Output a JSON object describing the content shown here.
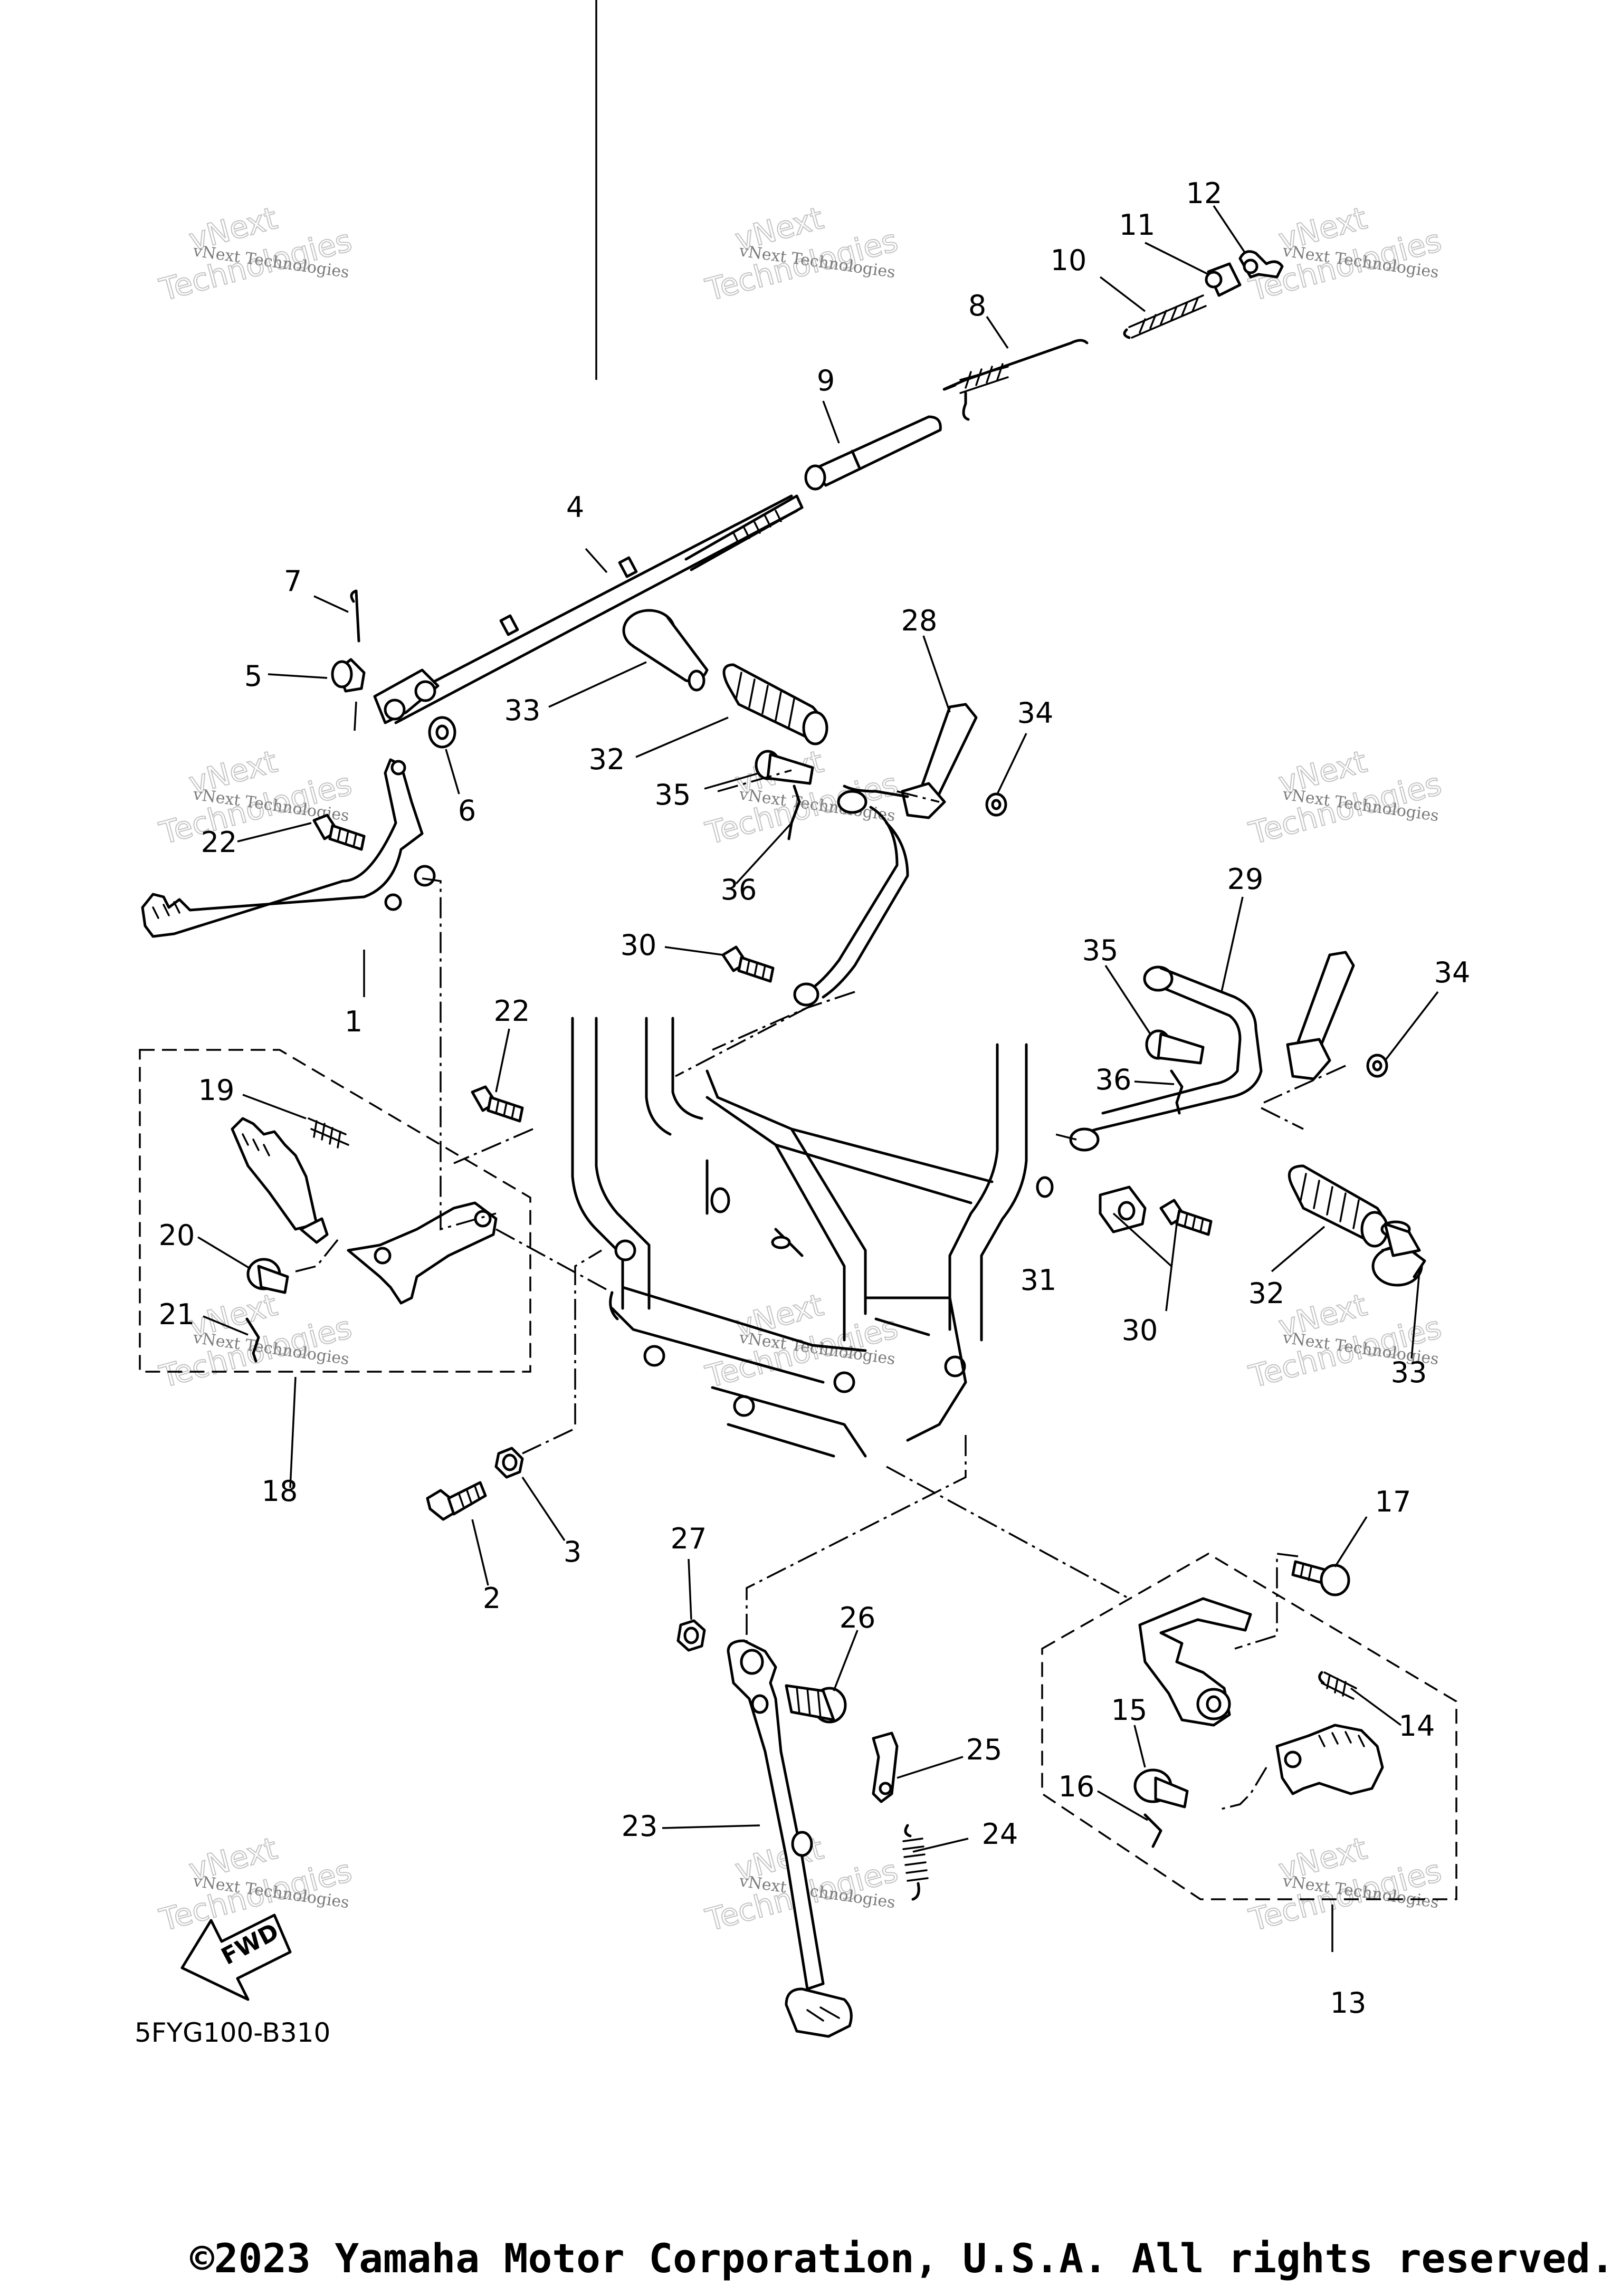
{
  "part_labels": {
    "p1": "1",
    "p2": "2",
    "p3": "3",
    "p4": "4",
    "p5": "5",
    "p6": "6",
    "p7": "7",
    "p8": "8",
    "p9": "9",
    "p10": "10",
    "p11": "11",
    "p12": "12",
    "p13": "13",
    "p14": "14",
    "p15": "15",
    "p16": "16",
    "p17": "17",
    "p18": "18",
    "p19": "19",
    "p20": "20",
    "p21": "21",
    "p22a": "22",
    "p22b": "22",
    "p23": "23",
    "p24": "24",
    "p25": "25",
    "p26": "26",
    "p27": "27",
    "p28": "28",
    "p29": "29",
    "p30a": "30",
    "p30b": "30",
    "p31": "31",
    "p32a": "32",
    "p32b": "32",
    "p33a": "33",
    "p33b": "33",
    "p34a": "34",
    "p34b": "34",
    "p35a": "35",
    "p35b": "35",
    "p36a": "36",
    "p36b": "36"
  },
  "watermark": {
    "small": "vNext Technologies",
    "big_1": "vNext",
    "big_2": "Technologies"
  },
  "fwd_label": "FWD",
  "drawing_code": "5FYG100-B310",
  "copyright": "©2023 Yamaha Motor Corporation, U.S.A. All rights reserved."
}
